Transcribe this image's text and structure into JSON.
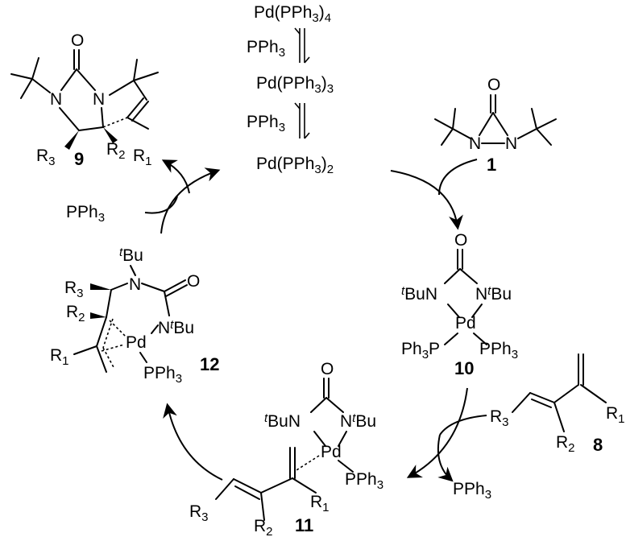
{
  "pd_species": {
    "pd4": {
      "base": "Pd(PPh",
      "sub": "3",
      "close": ")",
      "count": "4"
    },
    "pd3": {
      "base": "Pd(PPh",
      "sub": "3",
      "close": ")",
      "count": "3"
    },
    "pd2": {
      "base": "Pd(PPh",
      "sub": "3",
      "close": ")",
      "count": "2"
    }
  },
  "ligand": {
    "base": "PPh",
    "sub": "3"
  },
  "atoms": {
    "N": "N",
    "O": "O",
    "Pd": "Pd",
    "P": "P",
    "tBu_sup": "t",
    "tBu": "Bu",
    "R": "R",
    "R1_sub": "1",
    "R2_sub": "2",
    "R3_sub": "3",
    "Ph3": "Ph",
    "Ph3_sub": "3"
  },
  "compounds": {
    "c1": "1",
    "c8": "8",
    "c9": "9",
    "c10": "10",
    "c11": "11",
    "c12": "12"
  }
}
